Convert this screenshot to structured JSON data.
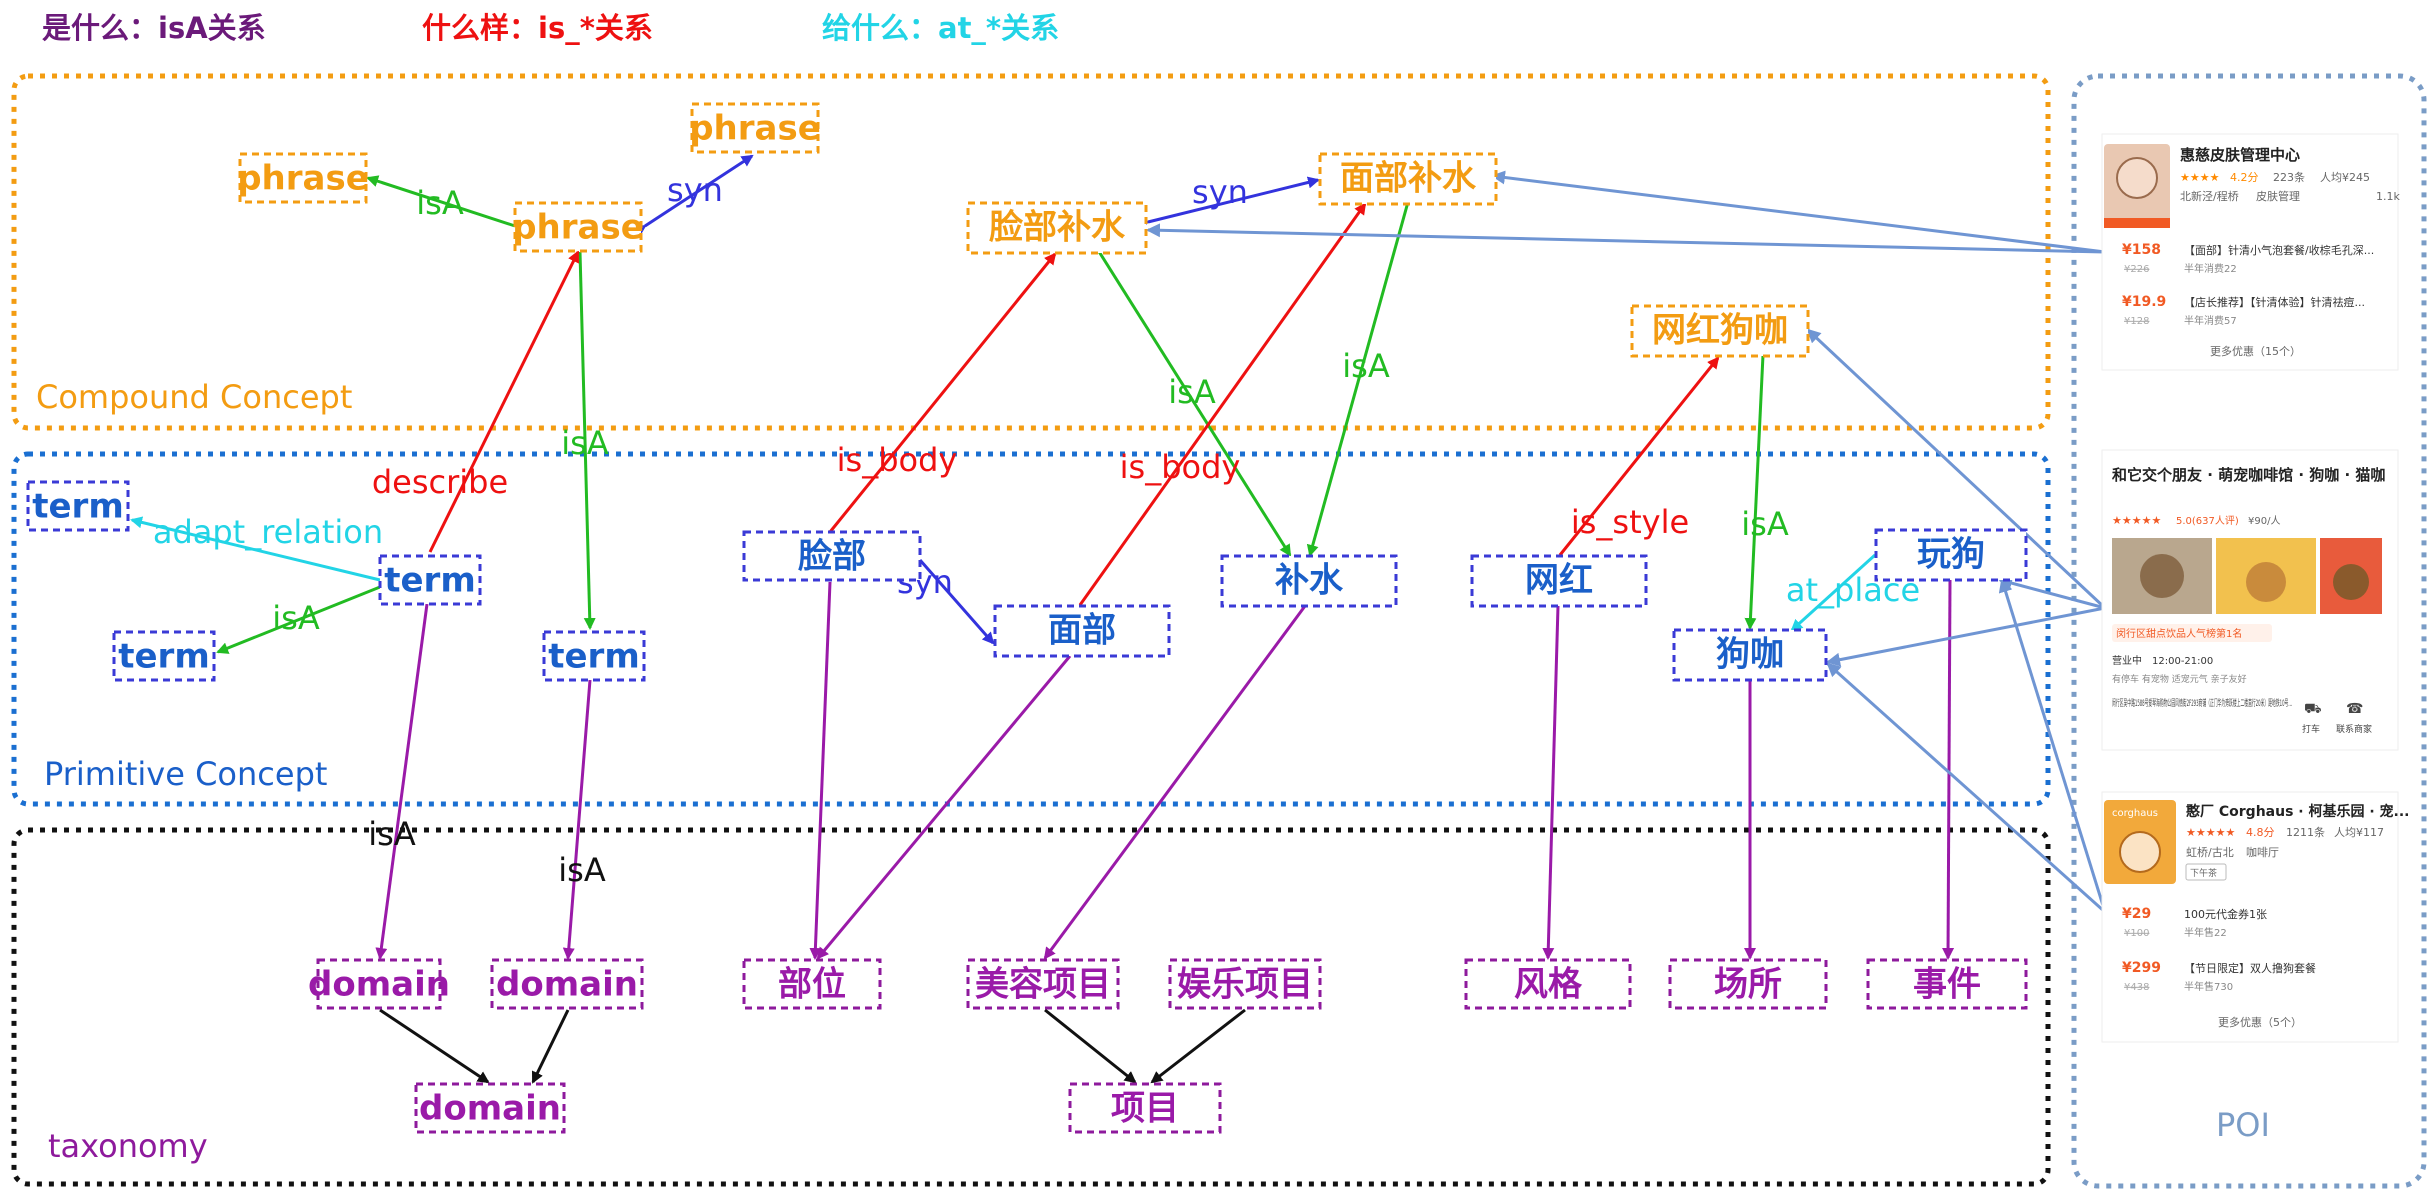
{
  "legend": {
    "isa": "是什么：isA关系",
    "is": "什么样：is_*关系",
    "at": "给什么：at_*关系"
  },
  "regions": {
    "compound": "Compound Concept",
    "primitive": "Primitive Concept",
    "taxonomy": "taxonomy",
    "poi": "POI"
  },
  "nodes": {
    "phrase_top": "phrase",
    "phrase_left": "phrase",
    "phrase_mid": "phrase",
    "lianbu_bushui": "脸部补水",
    "mianbu_bushui": "面部补水",
    "wanghong_gouka": "网红狗咖",
    "term_tl": "term",
    "term_mid": "term",
    "term_left": "term",
    "term_right": "term",
    "lianbu": "脸部",
    "mianbu": "面部",
    "bushui": "补水",
    "wanghong": "网红",
    "gouka": "狗咖",
    "wangou": "玩狗",
    "domain1": "domain",
    "domain2": "domain",
    "domain3": "domain",
    "buwei": "部位",
    "meirong": "美容项目",
    "yule": "娱乐项目",
    "xiangmu": "项目",
    "fengge": "风格",
    "changsuo": "场所",
    "shijian": "事件"
  },
  "edge_labels": {
    "isa_phrase": "isA",
    "syn_phrase": "syn",
    "syn_face": "syn",
    "isa_term_phrase": "isA",
    "describe": "describe",
    "adapt": "adapt_relation",
    "isa_term_term": "isA",
    "is_body1": "is_body",
    "is_body2": "is_body",
    "isa_face1": "isA",
    "isa_face2": "isA",
    "syn_lianbu": "syn",
    "is_style": "is_style",
    "isa_gouka": "isA",
    "at_place": "at_place",
    "isa_dom1": "isA",
    "isa_dom2": "isA"
  },
  "poi_cards": {
    "card1": {
      "name": "惠慈皮肤管理中心",
      "rating": "4.2分",
      "reviews": "223条",
      "price": "人均¥245",
      "area": "北新泾/程桥",
      "category": "皮肤管理",
      "distance": "1.1k",
      "deal1_price": "¥158",
      "deal1_orig": "¥226",
      "deal1_title": "【面部】针清小气泡套餐/收棕毛孔深...",
      "deal1_sales": "半年消费22",
      "deal2_price": "¥19.9",
      "deal2_orig": "¥128",
      "deal2_title": "【店长推荐】【针清体验】针清祛痘...",
      "deal2_sales": "半年消费57",
      "more": "更多优惠（15个）"
    },
    "card2": {
      "name": "和它交个朋友 · 萌宠咖啡馆 · 狗咖 · 猫咖",
      "rating": "5.0(637人评)",
      "price": "¥90/人",
      "rank": "闵行区甜点饮品人气榜第1名",
      "hours_label": "营业中",
      "hours": "12:00-21:00",
      "tags": "有停车 有宠物 适宠元气 亲子友好",
      "address": "闵行区吴中路1588号爱琴海购物公园风情街2F293商铺（正门华为旁跃楼上二楼直行20米）距地铁10号...",
      "btn1": "打车",
      "btn2": "联系商家"
    },
    "card3": {
      "name": "憨厂 Corghaus · 柯基乐园 · 宠...",
      "rating": "4.8分",
      "reviews": "1211条",
      "price": "人均¥117",
      "area": "虹桥/古北",
      "category": "咖啡厅",
      "tag": "下午茶",
      "logo": "corghaus",
      "deal1_price": "¥29",
      "deal1_orig": "¥100",
      "deal1_title": "100元代金券1张",
      "deal1_sales": "半年售22",
      "deal2_price": "¥299",
      "deal2_orig": "¥438",
      "deal2_title": "【节日限定】双人撸狗套餐",
      "deal2_sales": "半年售730",
      "more": "更多优惠（5个）"
    }
  },
  "colors": {
    "compound_border": "#f39c12",
    "primitive_border": "#1a6fd1",
    "taxonomy_border": "#111111",
    "poi_border": "#7a9cc6",
    "compound_text": "#f39c12",
    "primitive_text": "#1a5fc9",
    "taxonomy_text": "#8e1a9c",
    "isa_green": "#22bb22",
    "syn_blue": "#3333dd",
    "is_red": "#ee1111",
    "at_cyan": "#22d4e6",
    "tax_purple": "#9a1aa8",
    "poi_arrow": "#6f95d3",
    "legend_purple": "#6b1a7a",
    "legend_red": "#ee1111",
    "legend_cyan": "#22d4e6"
  }
}
